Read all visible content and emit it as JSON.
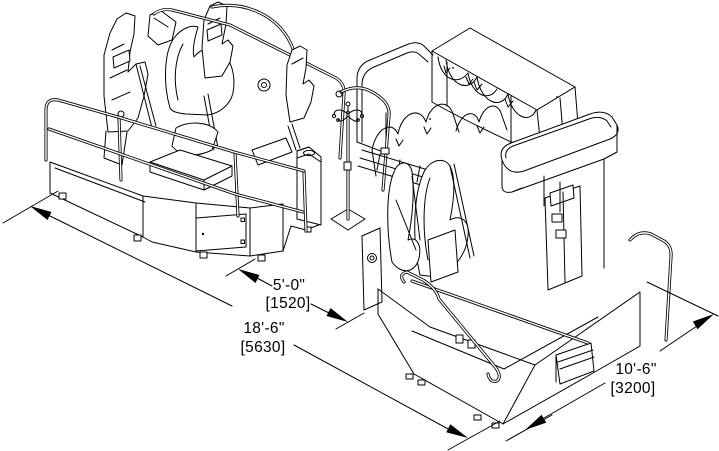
{
  "diagram": {
    "description": "Isometric line drawing of two motion-simulator arcade machines with a pole stand between them and three footprint dimensions",
    "background_color": "#ffffff",
    "line_color": "#000000",
    "dimensions": {
      "gap": {
        "imperial": "5'-0\"",
        "metric": "[1520]"
      },
      "overall": {
        "imperial": "18'-6\"",
        "metric": "[5630]"
      },
      "depth": {
        "imperial": "10'-6\"",
        "metric": "[3200]"
      }
    }
  }
}
